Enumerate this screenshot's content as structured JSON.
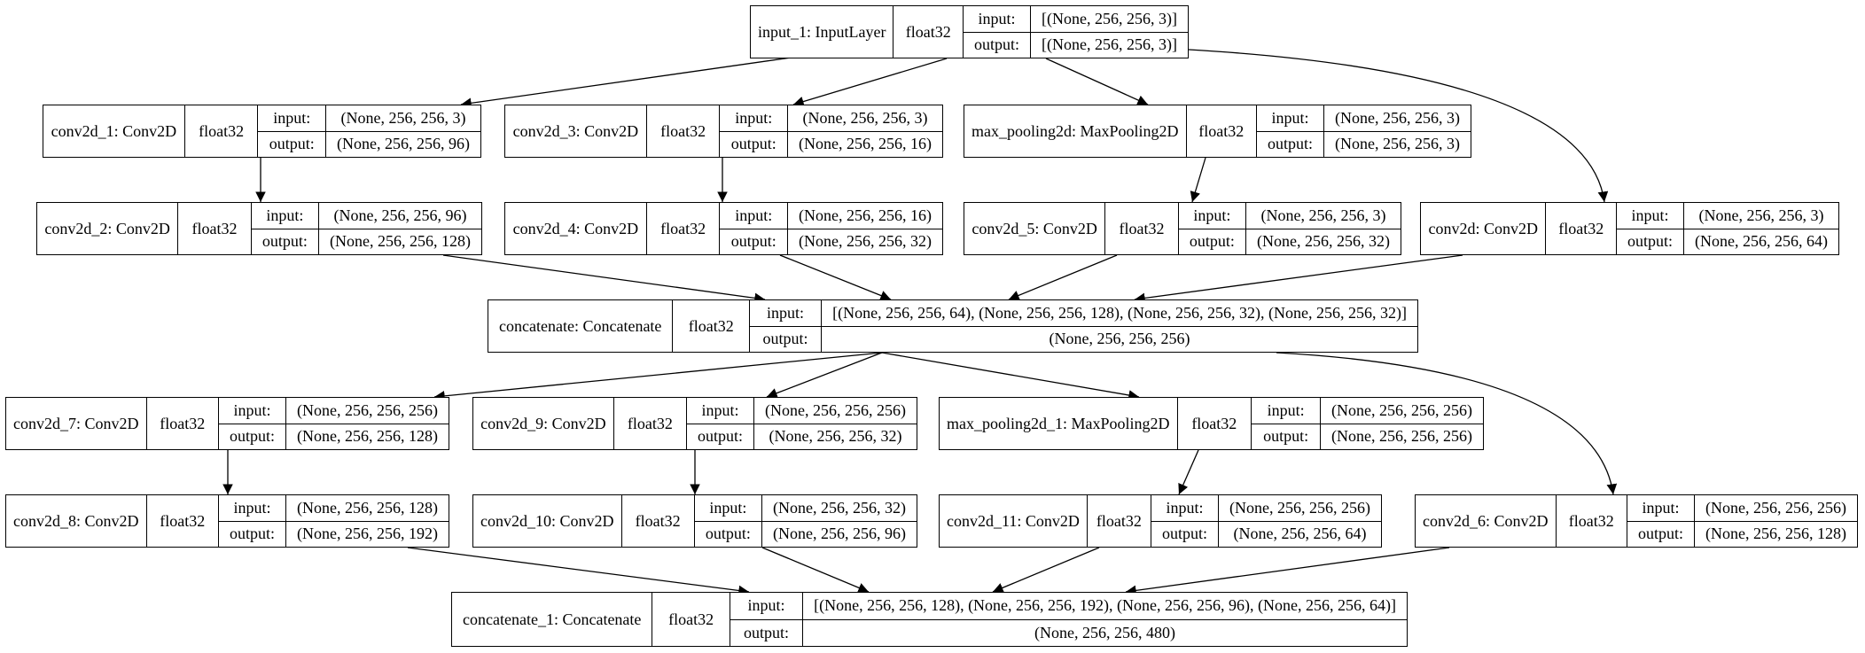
{
  "io_labels": {
    "input": "input:",
    "output": "output:"
  },
  "nodes": [
    {
      "id": "input_1",
      "name": "input_1: InputLayer",
      "dtype": "float32",
      "input": "[(None, 256, 256, 3)]",
      "output": "[(None, 256, 256, 3)]"
    },
    {
      "id": "conv2d_1",
      "name": "conv2d_1: Conv2D",
      "dtype": "float32",
      "input": "(None, 256, 256, 3)",
      "output": "(None, 256, 256, 96)"
    },
    {
      "id": "conv2d_3",
      "name": "conv2d_3: Conv2D",
      "dtype": "float32",
      "input": "(None, 256, 256, 3)",
      "output": "(None, 256, 256, 16)"
    },
    {
      "id": "max_pooling2d",
      "name": "max_pooling2d: MaxPooling2D",
      "dtype": "float32",
      "input": "(None, 256, 256, 3)",
      "output": "(None, 256, 256, 3)"
    },
    {
      "id": "conv2d_2",
      "name": "conv2d_2: Conv2D",
      "dtype": "float32",
      "input": "(None, 256, 256, 96)",
      "output": "(None, 256, 256, 128)"
    },
    {
      "id": "conv2d_4",
      "name": "conv2d_4: Conv2D",
      "dtype": "float32",
      "input": "(None, 256, 256, 16)",
      "output": "(None, 256, 256, 32)"
    },
    {
      "id": "conv2d_5",
      "name": "conv2d_5: Conv2D",
      "dtype": "float32",
      "input": "(None, 256, 256, 3)",
      "output": "(None, 256, 256, 32)"
    },
    {
      "id": "conv2d",
      "name": "conv2d: Conv2D",
      "dtype": "float32",
      "input": "(None, 256, 256, 3)",
      "output": "(None, 256, 256, 64)"
    },
    {
      "id": "concatenate",
      "name": "concatenate: Concatenate",
      "dtype": "float32",
      "input": "[(None, 256, 256, 64), (None, 256, 256, 128), (None, 256, 256, 32), (None, 256, 256, 32)]",
      "output": "(None, 256, 256, 256)"
    },
    {
      "id": "conv2d_7",
      "name": "conv2d_7: Conv2D",
      "dtype": "float32",
      "input": "(None, 256, 256, 256)",
      "output": "(None, 256, 256, 128)"
    },
    {
      "id": "conv2d_9",
      "name": "conv2d_9: Conv2D",
      "dtype": "float32",
      "input": "(None, 256, 256, 256)",
      "output": "(None, 256, 256, 32)"
    },
    {
      "id": "max_pooling2d_1",
      "name": "max_pooling2d_1: MaxPooling2D",
      "dtype": "float32",
      "input": "(None, 256, 256, 256)",
      "output": "(None, 256, 256, 256)"
    },
    {
      "id": "conv2d_8",
      "name": "conv2d_8: Conv2D",
      "dtype": "float32",
      "input": "(None, 256, 256, 128)",
      "output": "(None, 256, 256, 192)"
    },
    {
      "id": "conv2d_10",
      "name": "conv2d_10: Conv2D",
      "dtype": "float32",
      "input": "(None, 256, 256, 32)",
      "output": "(None, 256, 256, 96)"
    },
    {
      "id": "conv2d_11",
      "name": "conv2d_11: Conv2D",
      "dtype": "float32",
      "input": "(None, 256, 256, 256)",
      "output": "(None, 256, 256, 64)"
    },
    {
      "id": "conv2d_6",
      "name": "conv2d_6: Conv2D",
      "dtype": "float32",
      "input": "(None, 256, 256, 256)",
      "output": "(None, 256, 256, 128)"
    },
    {
      "id": "concatenate_1",
      "name": "concatenate_1: Concatenate",
      "dtype": "float32",
      "input": "[(None, 256, 256, 128), (None, 256, 256, 192), (None, 256, 256, 96), (None, 256, 256, 64)]",
      "output": "(None, 256, 256, 480)"
    }
  ],
  "edges": [
    [
      "input_1",
      "conv2d_1"
    ],
    [
      "input_1",
      "conv2d_3"
    ],
    [
      "input_1",
      "max_pooling2d"
    ],
    [
      "input_1",
      "conv2d"
    ],
    [
      "conv2d_1",
      "conv2d_2"
    ],
    [
      "conv2d_3",
      "conv2d_4"
    ],
    [
      "max_pooling2d",
      "conv2d_5"
    ],
    [
      "conv2d_2",
      "concatenate"
    ],
    [
      "conv2d_4",
      "concatenate"
    ],
    [
      "conv2d_5",
      "concatenate"
    ],
    [
      "conv2d",
      "concatenate"
    ],
    [
      "concatenate",
      "conv2d_7"
    ],
    [
      "concatenate",
      "conv2d_9"
    ],
    [
      "concatenate",
      "max_pooling2d_1"
    ],
    [
      "concatenate",
      "conv2d_6"
    ],
    [
      "conv2d_7",
      "conv2d_8"
    ],
    [
      "conv2d_9",
      "conv2d_10"
    ],
    [
      "max_pooling2d_1",
      "conv2d_11"
    ],
    [
      "conv2d_8",
      "concatenate_1"
    ],
    [
      "conv2d_10",
      "concatenate_1"
    ],
    [
      "conv2d_11",
      "concatenate_1"
    ],
    [
      "conv2d_6",
      "concatenate_1"
    ]
  ]
}
